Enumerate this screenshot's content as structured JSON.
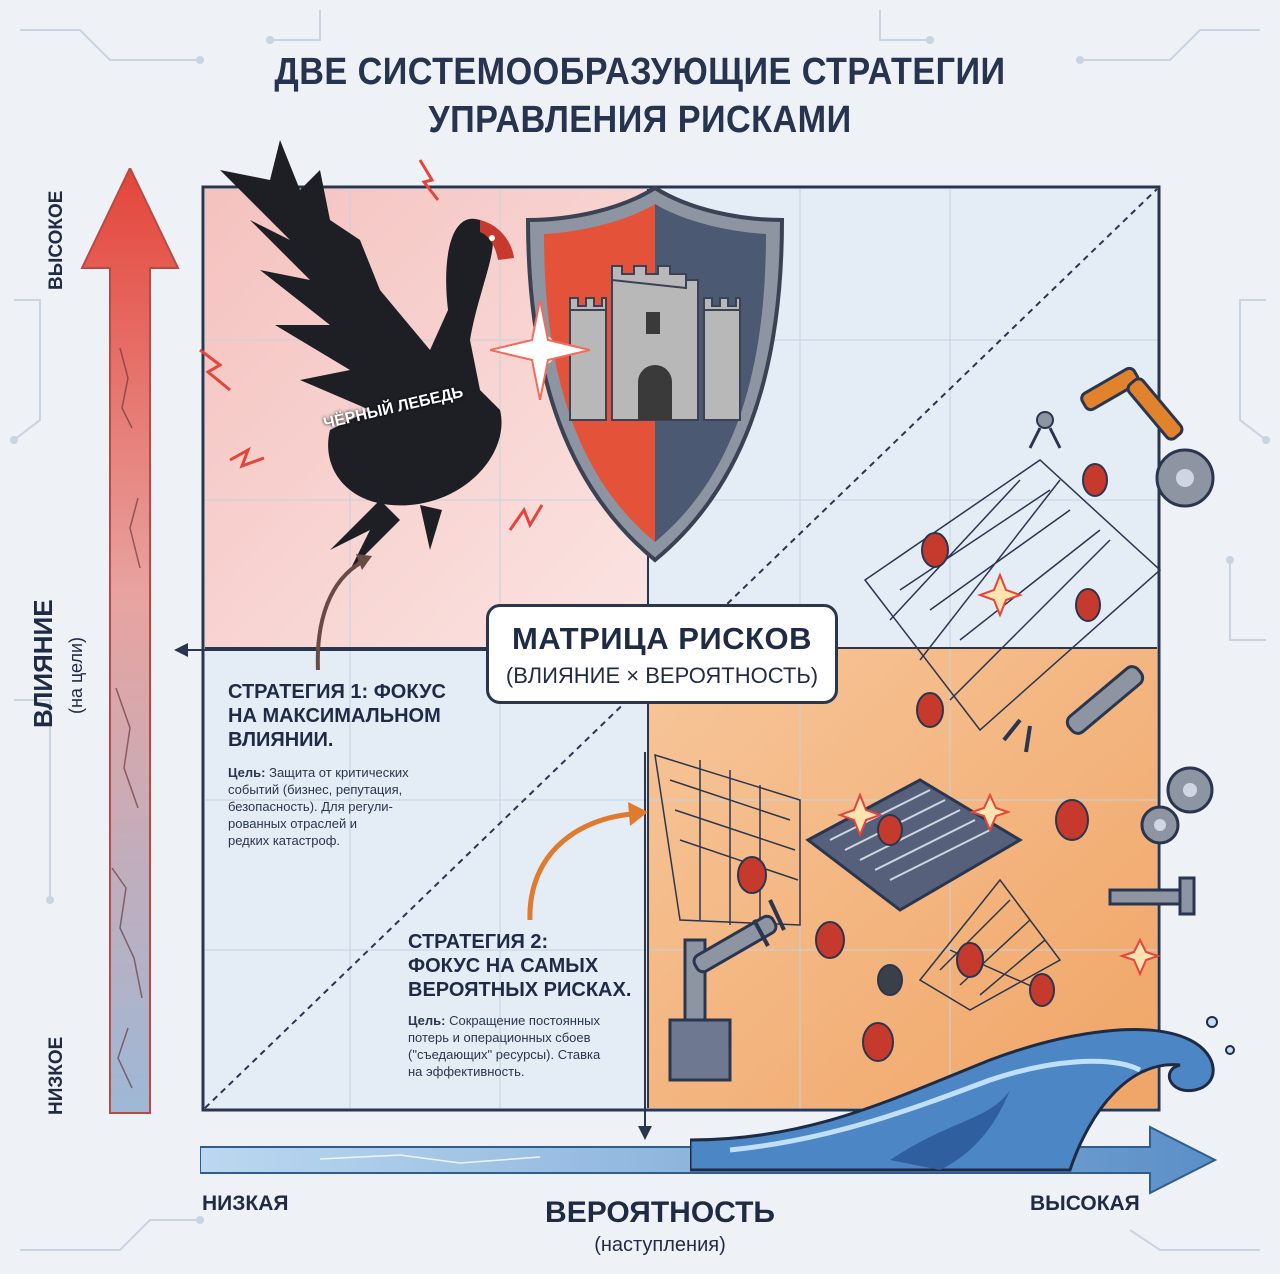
{
  "title": {
    "line1": "ДВЕ СИСТЕМООБРАЗУЮЩИЕ СТРАТЕГИИ",
    "line2": "УПРАВЛЕНИЯ РИСКАМИ"
  },
  "y_axis": {
    "label": "ВЛИЯНИЕ",
    "sublabel": "(на цели)",
    "high": "ВЫСОКОЕ",
    "low": "НИЗКОЕ"
  },
  "x_axis": {
    "label": "ВЕРОЯТНОСТЬ",
    "sublabel": "(наступления)",
    "low": "НИЗКАЯ",
    "high": "ВЫСОКАЯ"
  },
  "matrix": {
    "title": "МАТРИЦА РИСКОВ",
    "subtitle": "(ВЛИЯНИЕ × ВЕРОЯТНОСТЬ)"
  },
  "black_swan_label": "ЧЁРНЫЙ ЛЕБЕДЬ",
  "strategy1": {
    "title_lines": [
      "СТРАТЕГИЯ 1: ФОКУС",
      "НА МАКСИМАЛЬНОМ",
      "ВЛИЯНИИ."
    ],
    "goal_label": "Цель:",
    "goal_first": "Защита от критических",
    "goal_lines": [
      "событий (бизнес, репутация,",
      "безопасность). Для регули-",
      "рованных отраслей и",
      "редких катастроф."
    ]
  },
  "strategy2": {
    "title_lines": [
      "СТРАТЕГИЯ 2:",
      "ФОКУС НА САМЫХ",
      "ВЕРОЯТНЫХ РИСКАХ."
    ],
    "goal_label": "Цель:",
    "goal_first": "Сокращение постоянных",
    "goal_lines": [
      "потерь и операционных сбоев",
      "(\"съедающих\" ресурсы). Ставка",
      "на эффективность."
    ]
  },
  "icons": {
    "swan": "black-swan-icon",
    "shield": "castle-shield-icon",
    "bugs": "bug-icon",
    "nets": "net-icon",
    "robot_arms": "robot-arm-icon",
    "gears": "gear-icon",
    "wave": "wave-icon",
    "grate": "grate-icon"
  },
  "colors": {
    "high_impact_zone": "#f6c9c6",
    "high_probability_zone": "#f6b47c",
    "accent_red": "#e4453a",
    "accent_orange": "#e8873a",
    "axis_blue": "#9fc6e8",
    "dark": "#1f2b45"
  }
}
